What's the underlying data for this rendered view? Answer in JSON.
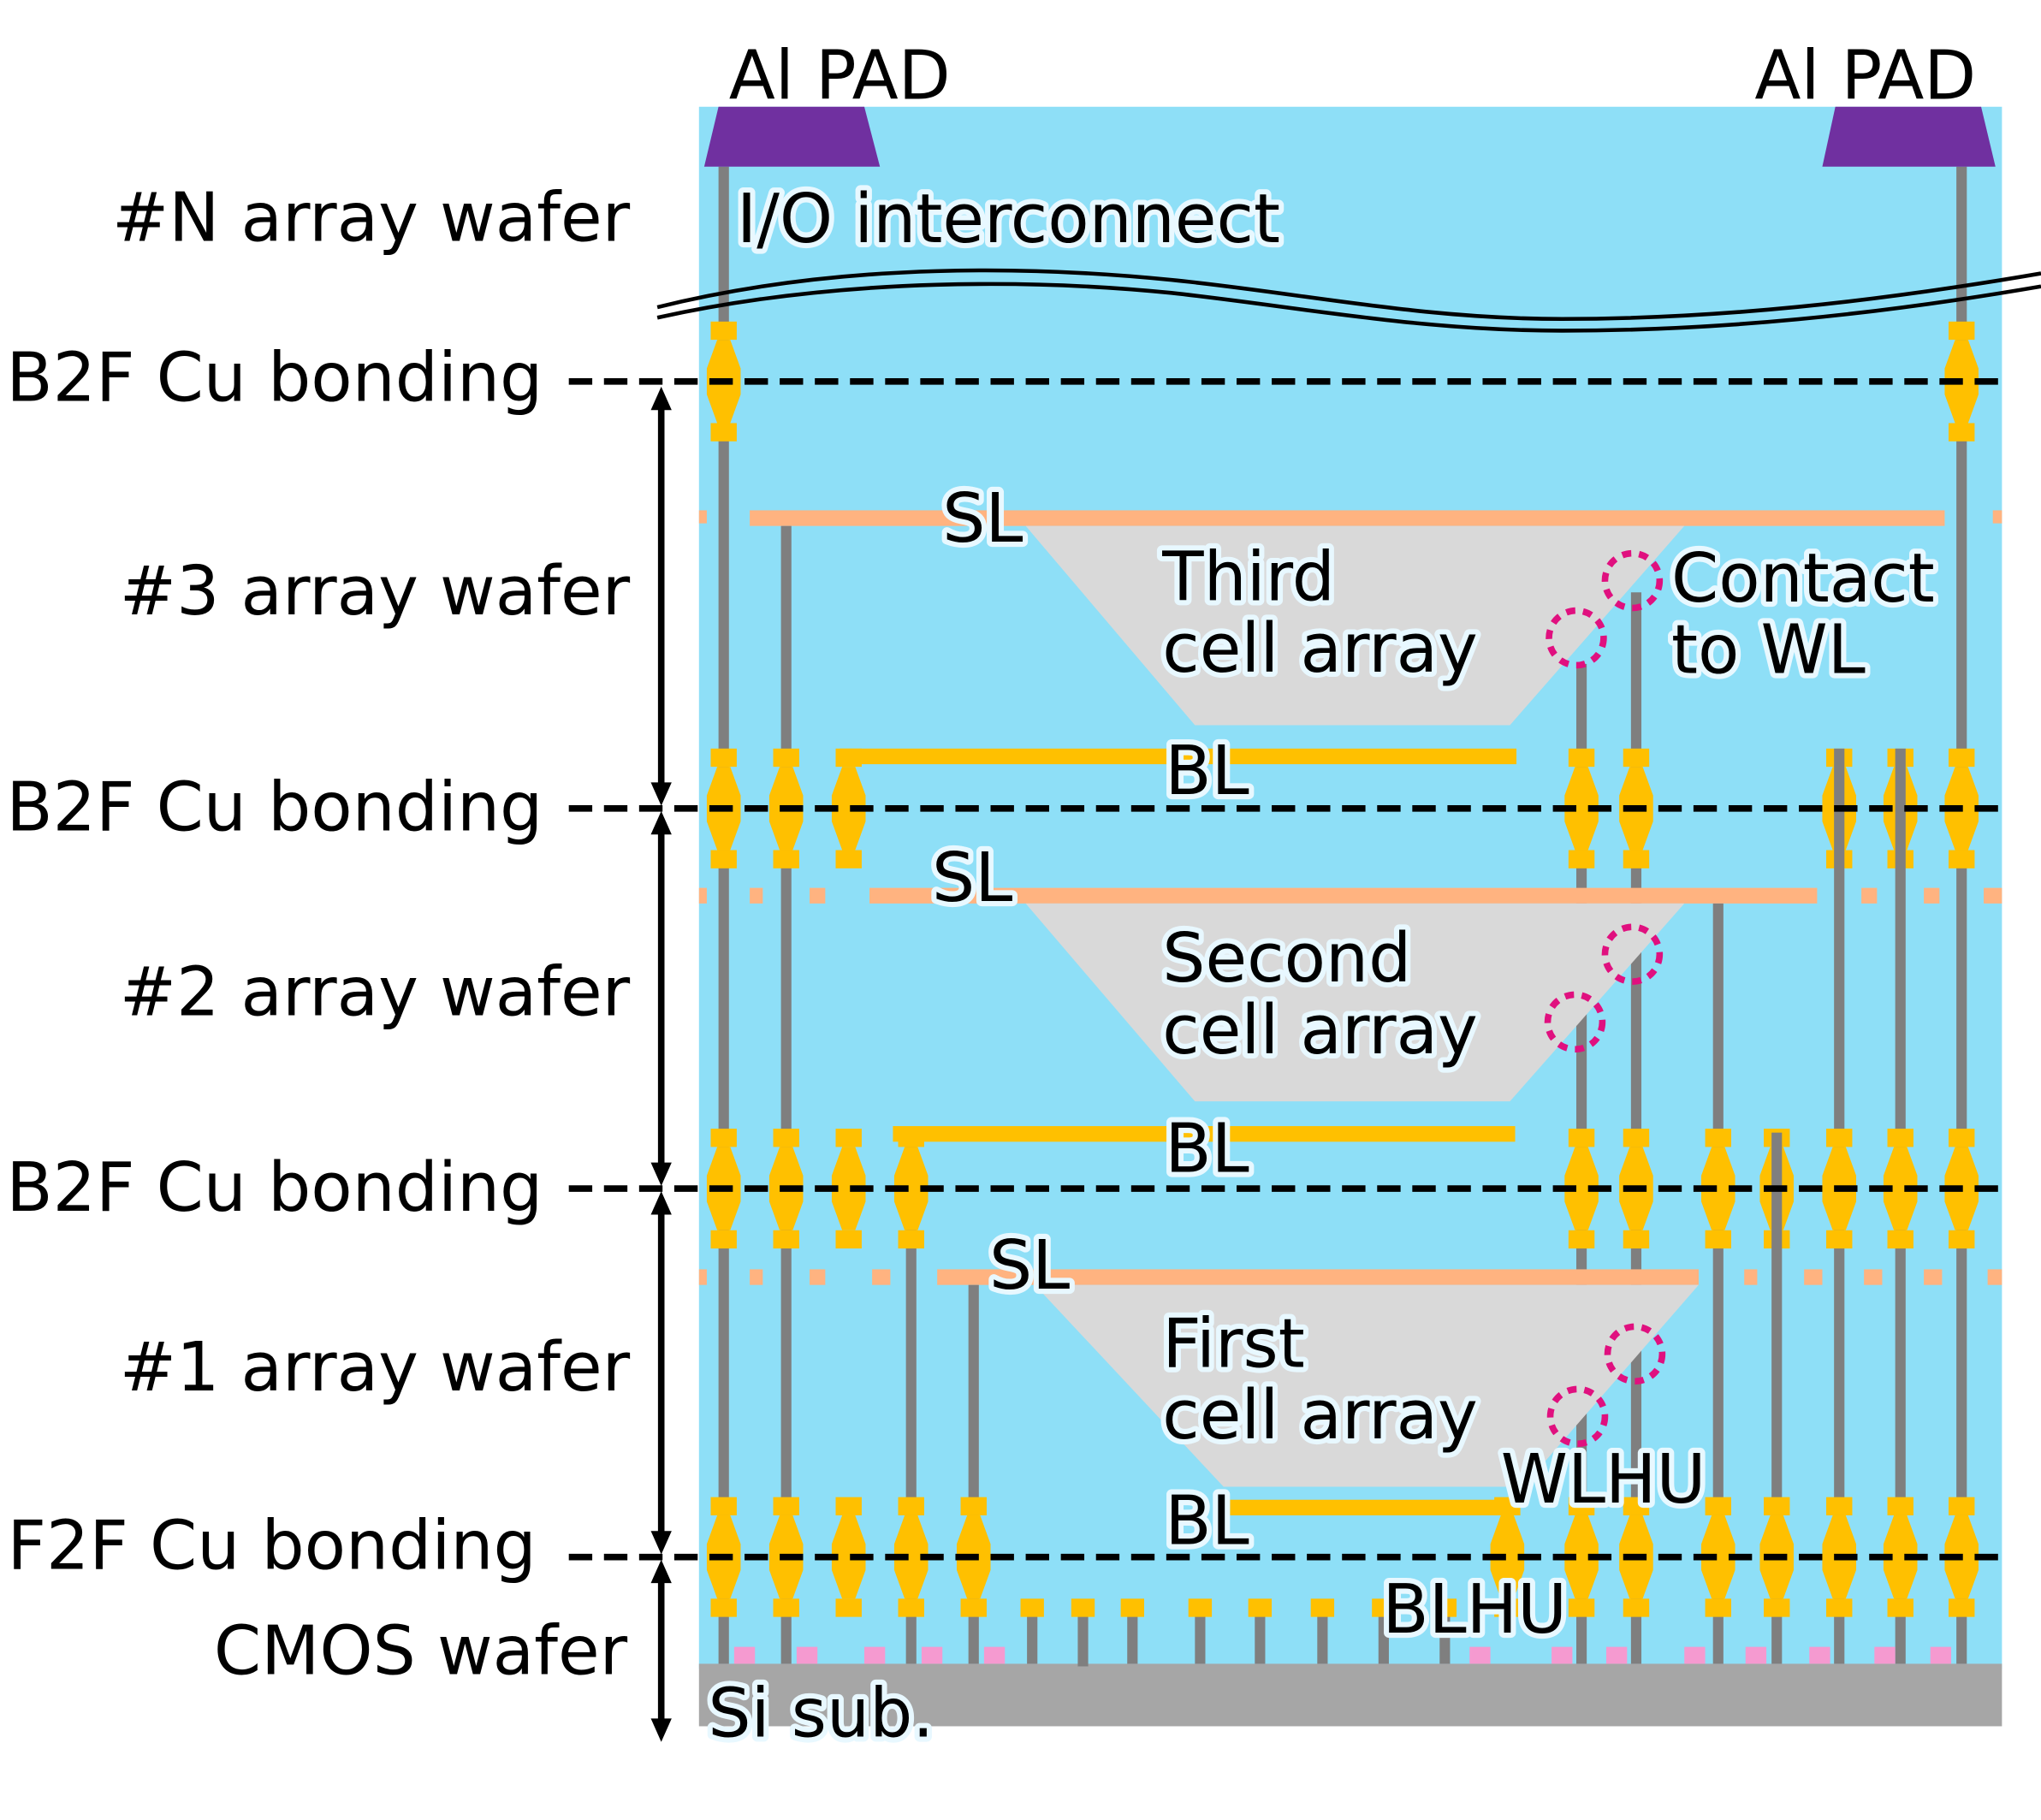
{
  "title": "3D NAND multi-wafer stacking with Cu bonding",
  "colors": {
    "dielectric": "#8edff7",
    "al_pad": "#7030a0",
    "cu_bond": "#ffc000",
    "sl": "#ffb380",
    "via": "#7f7f7f",
    "cell_array": "#d9d9d9",
    "si_sub": "#a6a6a6",
    "contact_circle": "#e0107f",
    "cmos_device": "#f59ad0"
  },
  "left_labels": {
    "wafer_n": "#N  array wafer",
    "bond_top": "B2F Cu bonding",
    "wafer_3": "#3  array wafer",
    "bond_3_2": "B2F Cu bonding",
    "wafer_2": "#2  array wafer",
    "bond_2_1": "B2F Cu bonding",
    "wafer_1": "#1 array wafer",
    "bond_f2f": "F2F Cu bonding",
    "cmos": "CMOS wafer"
  },
  "pads": {
    "left": "Al PAD",
    "right": "Al PAD"
  },
  "io_label": "I/O interconnect",
  "arrays": [
    {
      "sl": "SL",
      "bl": "BL",
      "name_line1": "Third",
      "name_line2": "cell array"
    },
    {
      "sl": "SL",
      "bl": "BL",
      "name_line1": "Second",
      "name_line2": "cell array"
    },
    {
      "sl": "SL",
      "bl": "BL",
      "name_line1": "First",
      "name_line2": "cell array"
    }
  ],
  "contact_label": {
    "line1": "Contact",
    "line2": "to WL"
  },
  "wlhu": "WLHU",
  "blhu": "BLHU",
  "si_sub": "Si sub."
}
